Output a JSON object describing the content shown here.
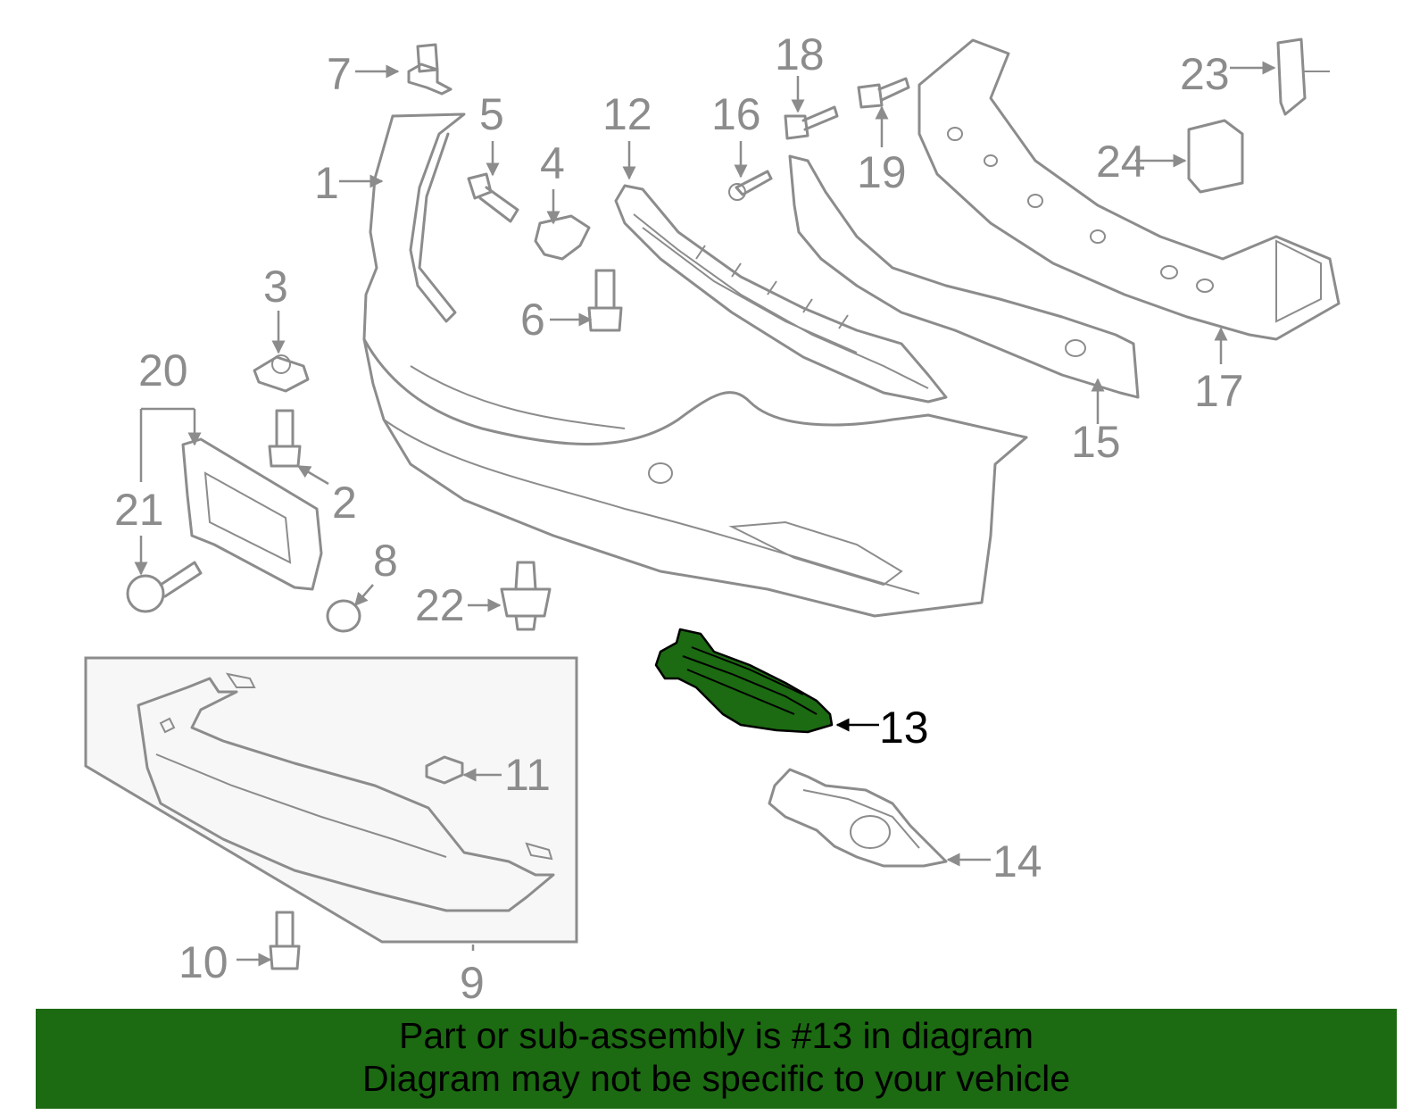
{
  "callouts": {
    "c1": "1",
    "c2": "2",
    "c3": "3",
    "c4": "4",
    "c5": "5",
    "c6": "6",
    "c7": "7",
    "c8": "8",
    "c9": "9",
    "c10": "10",
    "c11": "11",
    "c12": "12",
    "c13": "13",
    "c14": "14",
    "c15": "15",
    "c16": "16",
    "c17": "17",
    "c18": "18",
    "c19": "19",
    "c20": "20",
    "c21": "21",
    "c22": "22",
    "c23": "23",
    "c24": "24"
  },
  "highlight": {
    "part": "13",
    "color": "#1c6a12"
  },
  "banner": {
    "line1": "Part or sub-assembly is #13 in diagram",
    "line2": "Diagram may not be specific to your vehicle",
    "color": "#1c6a12"
  }
}
